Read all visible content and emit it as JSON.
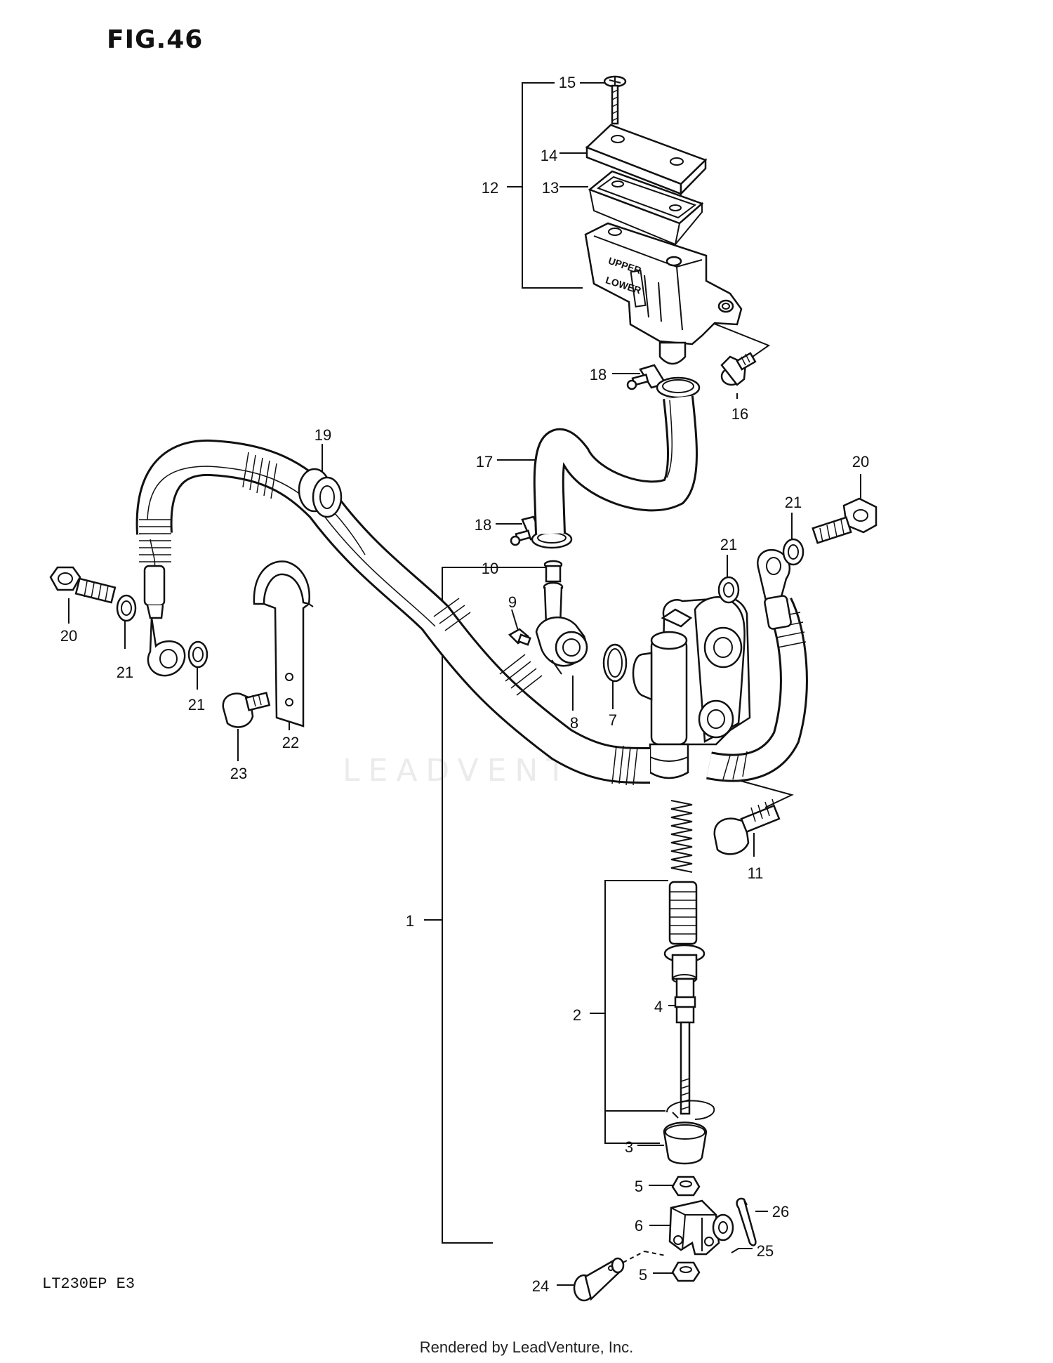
{
  "figure_title": "FIG.46",
  "model_code": "LT230EP  E3",
  "footer": "Rendered by LeadVenture, Inc.",
  "watermark": "LEADVENT",
  "reservoir_markings": {
    "upper": "UPPER",
    "lower": "LOWER"
  },
  "callouts": {
    "c1": "1",
    "c2": "2",
    "c3": "3",
    "c4": "4",
    "c5a": "5",
    "c5b": "5",
    "c6": "6",
    "c7": "7",
    "c8": "8",
    "c9": "9",
    "c10": "10",
    "c11": "11",
    "c12": "12",
    "c13": "13",
    "c14": "14",
    "c15": "15",
    "c16": "16",
    "c17": "17",
    "c18a": "18",
    "c18b": "18",
    "c19": "19",
    "c20a": "20",
    "c20b": "20",
    "c21a": "21",
    "c21b": "21",
    "c21c": "21",
    "c21d": "21",
    "c22": "22",
    "c23": "23",
    "c24": "24",
    "c25": "25",
    "c26": "26"
  }
}
